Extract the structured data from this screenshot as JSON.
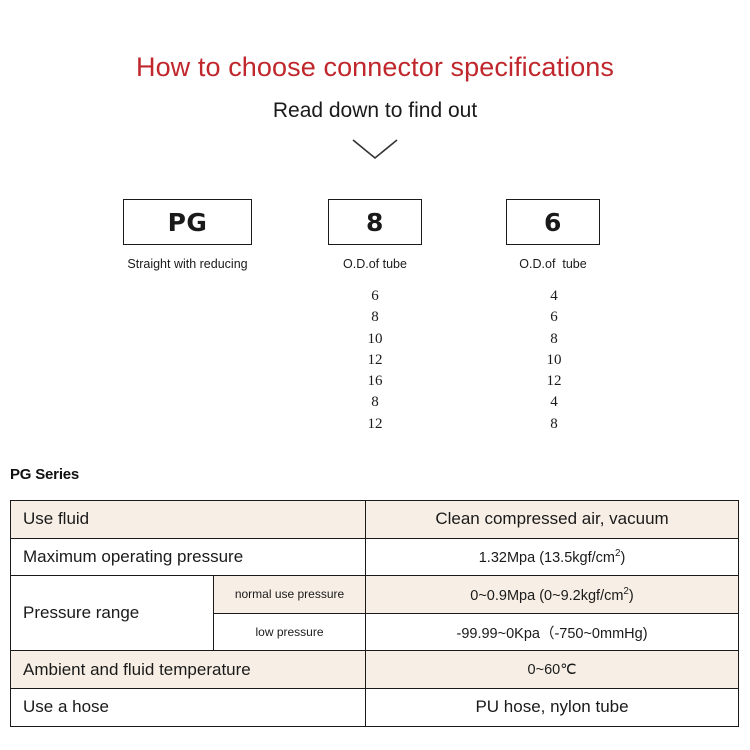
{
  "header": {
    "title": "How to choose connector specifications",
    "subtitle": "Read down to find out",
    "title_color": "#C0272D",
    "arrow_icon": "chevron-down-icon"
  },
  "selector": {
    "boxes": [
      {
        "code": "PG",
        "caption": "Straight with reducing"
      },
      {
        "code": "8",
        "caption": "O.D.of tube"
      },
      {
        "code": "6",
        "caption": "O.D.of  tube"
      }
    ],
    "option_columns": [
      {
        "for": "8",
        "values": [
          "6",
          "8",
          "10",
          "12",
          "16",
          "8",
          "12"
        ]
      },
      {
        "for": "6",
        "values": [
          "4",
          "6",
          "8",
          "10",
          "12",
          "4",
          "8"
        ]
      }
    ]
  },
  "spec_table": {
    "label": "PG Series",
    "accent_fill": "#F7EFE5",
    "rows": [
      {
        "name": "Use fluid",
        "value": "Clean compressed air, vacuum",
        "tinted": true
      },
      {
        "name": "Maximum operating pressure",
        "value_main": "1.32Mpa",
        "value_paren": "(13.5kgf/cm",
        "value_sup": "2",
        "value_tail": ")",
        "tinted": false
      },
      {
        "name": "Pressure range",
        "sub_rows": [
          {
            "sub": "normal use pressure",
            "value_main": "0~0.9Mpa",
            "value_paren": "(0~9.2kgf/cm",
            "value_sup": "2",
            "value_tail": ")",
            "tinted": true
          },
          {
            "sub": "low pressure",
            "value": "-99.99~0Kpa（-750~0mmHg)",
            "tinted": false
          }
        ]
      },
      {
        "name": "Ambient and fluid temperature",
        "value": "0~60℃",
        "tinted": true
      },
      {
        "name": "Use a hose",
        "value": "PU hose, nylon tube",
        "tinted": false
      }
    ]
  }
}
